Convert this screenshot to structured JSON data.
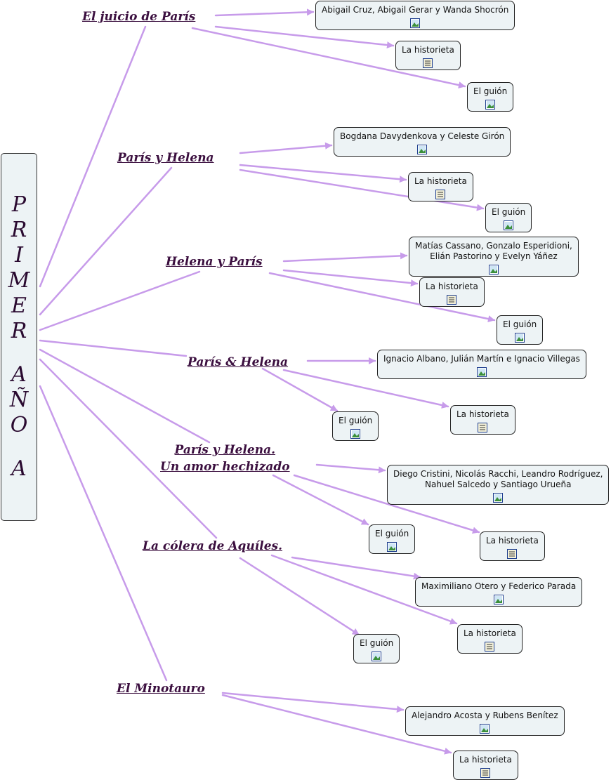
{
  "root": {
    "letters": [
      "P",
      "R",
      "I",
      "M",
      "E",
      "R",
      "",
      "A",
      "Ñ",
      "O",
      "",
      "A"
    ]
  },
  "topics": [
    {
      "lines": [
        "El juicio de París"
      ]
    },
    {
      "lines": [
        "París y Helena"
      ]
    },
    {
      "lines": [
        "Helena y París"
      ]
    },
    {
      "lines": [
        "París & Helena"
      ]
    },
    {
      "lines": [
        "París y Helena.",
        "Un amor hechizado"
      ]
    },
    {
      "lines": [
        "La cólera de Aquíles."
      ]
    },
    {
      "lines": [
        "El Minotauro"
      ]
    }
  ],
  "nodes": [
    {
      "lines": [
        "Abigail Cruz, Abigail Gerar y Wanda Shocrón"
      ],
      "icon": "image-icon"
    },
    {
      "lines": [
        "La historieta"
      ],
      "icon": "document-icon"
    },
    {
      "lines": [
        "El guión"
      ],
      "icon": "image-icon"
    },
    {
      "lines": [
        "Bogdana Davydenkova y Celeste Girón"
      ],
      "icon": "image-icon"
    },
    {
      "lines": [
        "La historieta"
      ],
      "icon": "document-icon"
    },
    {
      "lines": [
        "El guión"
      ],
      "icon": "image-icon"
    },
    {
      "lines": [
        "Matías Cassano, Gonzalo Esperidioni,",
        "Elián Pastorino y Evelyn Yáñez"
      ],
      "icon": "image-icon"
    },
    {
      "lines": [
        "La historieta"
      ],
      "icon": "document-icon"
    },
    {
      "lines": [
        "El guión"
      ],
      "icon": "image-icon"
    },
    {
      "lines": [
        "Ignacio Albano, Julián Martín e Ignacio Villegas"
      ],
      "icon": "image-icon"
    },
    {
      "lines": [
        "El guión"
      ],
      "icon": "image-icon"
    },
    {
      "lines": [
        "La historieta"
      ],
      "icon": "document-icon"
    },
    {
      "lines": [
        "Diego Cristini, Nicolás Racchi, Leandro Rodríguez,",
        "Nahuel Salcedo y Santiago Urueña"
      ],
      "icon": "image-icon"
    },
    {
      "lines": [
        "El guión"
      ],
      "icon": "image-icon"
    },
    {
      "lines": [
        "La historieta"
      ],
      "icon": "document-icon"
    },
    {
      "lines": [
        "Maximiliano Otero y Federico Parada"
      ],
      "icon": "image-icon"
    },
    {
      "lines": [
        "La historieta"
      ],
      "icon": "document-icon"
    },
    {
      "lines": [
        "El guión"
      ],
      "icon": "image-icon"
    },
    {
      "lines": [
        "Alejandro Acosta y Rubens Benítez"
      ],
      "icon": "image-icon"
    },
    {
      "lines": [
        "La historieta"
      ],
      "icon": "document-icon"
    }
  ],
  "colors": {
    "link": "#c79bea",
    "topic_text": "#3b0f3f",
    "node_fill": "#edf3f5"
  }
}
